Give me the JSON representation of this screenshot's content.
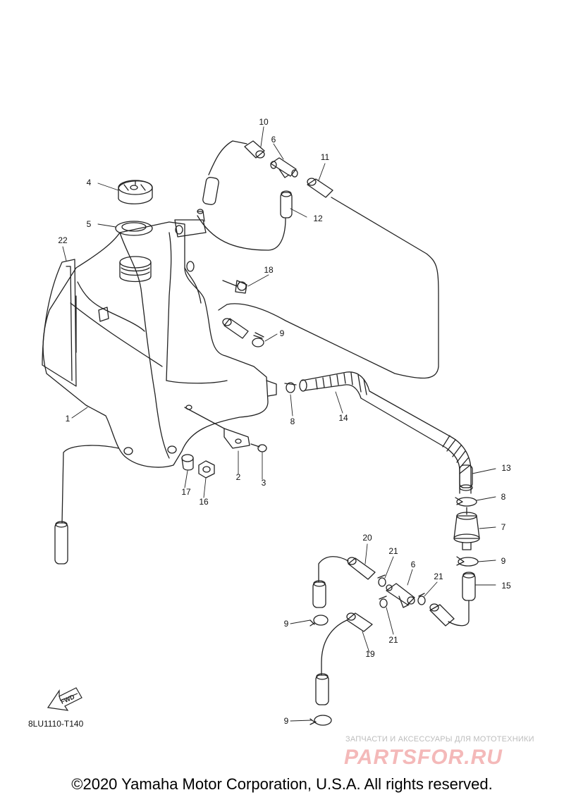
{
  "callouts": [
    {
      "id": "c1",
      "text": "1"
    },
    {
      "id": "c2",
      "text": "2"
    },
    {
      "id": "c3",
      "text": "3"
    },
    {
      "id": "c4",
      "text": "4"
    },
    {
      "id": "c5",
      "text": "5"
    },
    {
      "id": "c6a",
      "text": "6"
    },
    {
      "id": "c6b",
      "text": "6"
    },
    {
      "id": "c7",
      "text": "7"
    },
    {
      "id": "c8a",
      "text": "8"
    },
    {
      "id": "c8b",
      "text": "8"
    },
    {
      "id": "c9a",
      "text": "9"
    },
    {
      "id": "c9b",
      "text": "9"
    },
    {
      "id": "c9c",
      "text": "9"
    },
    {
      "id": "c9d",
      "text": "9"
    },
    {
      "id": "c10",
      "text": "10"
    },
    {
      "id": "c11",
      "text": "11"
    },
    {
      "id": "c12",
      "text": "12"
    },
    {
      "id": "c13",
      "text": "13"
    },
    {
      "id": "c14",
      "text": "14"
    },
    {
      "id": "c15",
      "text": "15"
    },
    {
      "id": "c16",
      "text": "16"
    },
    {
      "id": "c17",
      "text": "17"
    },
    {
      "id": "c18",
      "text": "18"
    },
    {
      "id": "c19",
      "text": "19"
    },
    {
      "id": "c20",
      "text": "20"
    },
    {
      "id": "c21a",
      "text": "21"
    },
    {
      "id": "c21b",
      "text": "21"
    },
    {
      "id": "c21c",
      "text": "21"
    },
    {
      "id": "c22",
      "text": "22"
    }
  ],
  "fwd_label": "FWD",
  "drawing_code": "8LU1110-T140",
  "watermark": {
    "caption": "ЗАПЧАСТИ И АКСЕССУАРЫ ДЛЯ МОТОТЕХНИКИ",
    "brand": "PARTSFOR.RU"
  },
  "copyright": "©2020 Yamaha Motor Corporation, U.S.A. All rights reserved.",
  "colors": {
    "line": "#222222",
    "watermark_brand": "#f4b9b9",
    "watermark_caption": "#bdbdbd"
  }
}
